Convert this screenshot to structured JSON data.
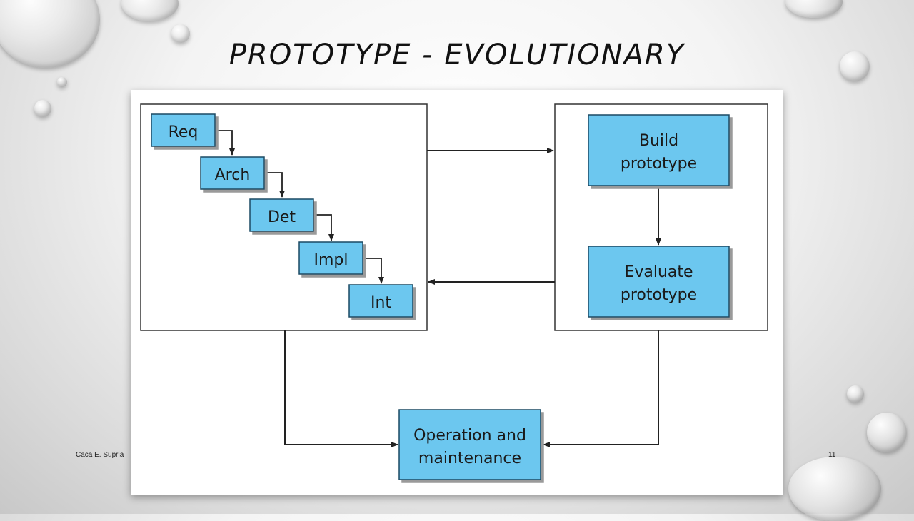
{
  "slide": {
    "title": "PROTOTYPE - EVOLUTIONARY",
    "author_footer": "Caca E. Supria",
    "page_number": "11"
  },
  "diagram": {
    "waterfall_steps": [
      "Req",
      "Arch",
      "Det",
      "Impl",
      "Int"
    ],
    "build_box": [
      "Build",
      "prototype"
    ],
    "evaluate_box": [
      "Evaluate",
      "prototype"
    ],
    "operation_box": [
      "Operation and",
      "maintenance"
    ],
    "box_fill_color": "#6cc7ef"
  }
}
